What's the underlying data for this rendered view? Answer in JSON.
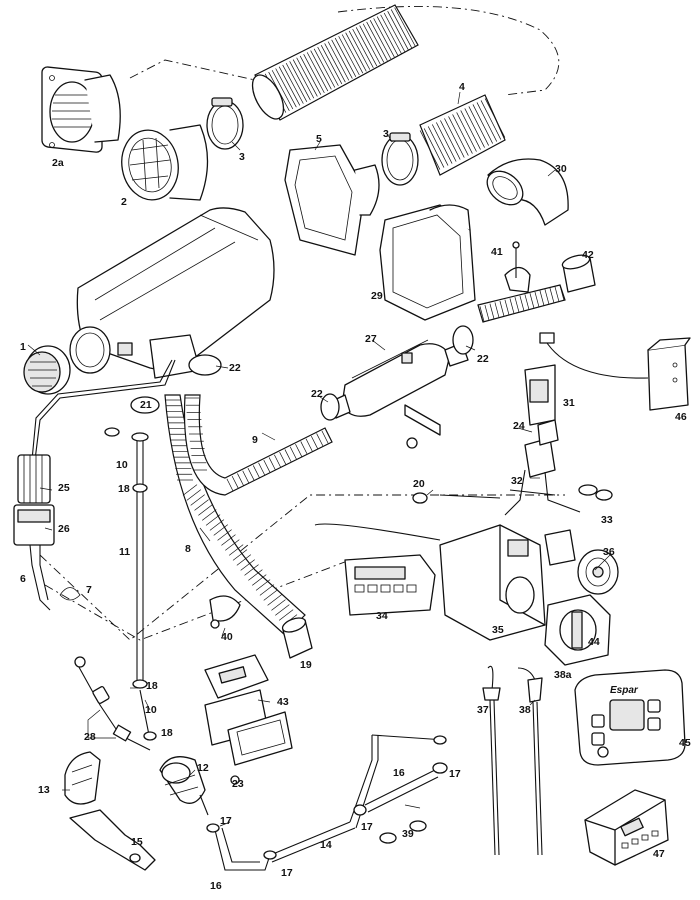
{
  "diagram": {
    "labels": {
      "p1": "1",
      "p2": "2",
      "p2a": "2a",
      "p3a": "3",
      "p3b": "3",
      "p4": "4",
      "p5": "5",
      "p6": "6",
      "p7": "7",
      "p8": "8",
      "p9": "9",
      "p10a": "10",
      "p10b": "10",
      "p11": "11",
      "p12": "12",
      "p13": "13",
      "p14": "14",
      "p15": "15",
      "p16a": "16",
      "p16b": "16",
      "p17a": "17",
      "p17b": "17",
      "p17c": "17",
      "p17d": "17",
      "p18a": "18",
      "p18b": "18",
      "p18c": "18",
      "p19": "19",
      "p20": "20",
      "p21": "21",
      "p22a": "22",
      "p22b": "22",
      "p22c": "22",
      "p23": "23",
      "p24": "24",
      "p25": "25",
      "p26": "26",
      "p27": "27",
      "p28": "28",
      "p29": "29",
      "p30": "30",
      "p31": "31",
      "p32": "32",
      "p33": "33",
      "p34": "34",
      "p35": "35",
      "p36": "36",
      "p37": "37",
      "p38": "38",
      "p38a": "38a",
      "p39": "39",
      "p40": "40",
      "p41": "41",
      "p42": "42",
      "p43": "43",
      "p44": "44",
      "p45": "45",
      "p46": "46",
      "p47": "47"
    },
    "controller_brand": "Espar"
  }
}
